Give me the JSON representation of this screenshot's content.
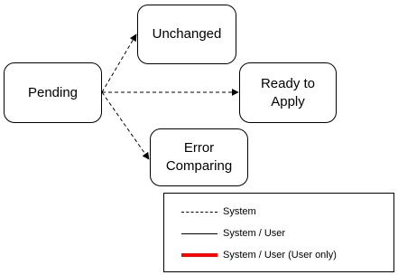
{
  "nodes": {
    "pending": "Pending",
    "unchanged": "Unchanged",
    "ready": "Ready to\nApply",
    "error": "Error\nComparing"
  },
  "edges": [
    {
      "from": "Pending",
      "to": "Unchanged",
      "style": "dashed"
    },
    {
      "from": "Pending",
      "to": "Ready to Apply",
      "style": "dashed"
    },
    {
      "from": "Pending",
      "to": "Error Comparing",
      "style": "dashed"
    }
  ],
  "legend": {
    "items": [
      {
        "label": "System",
        "line_style": "dashed",
        "color": "#000000"
      },
      {
        "label": "System / User",
        "line_style": "solid",
        "color": "#000000"
      },
      {
        "label": "System / User (User only)",
        "line_style": "thick",
        "color": "#ff0000"
      }
    ]
  }
}
